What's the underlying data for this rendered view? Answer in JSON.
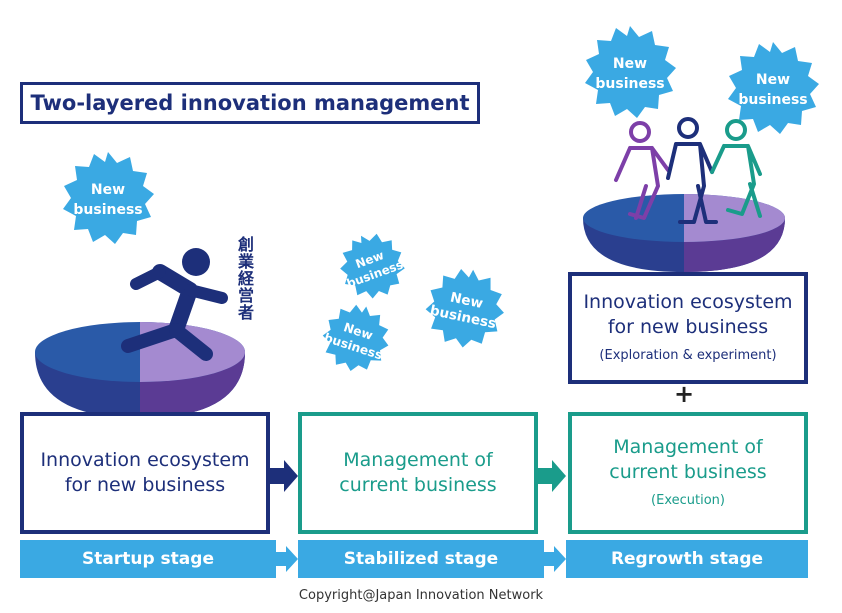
{
  "title": "Two-layered innovation management",
  "vertical_label": "創業経営者",
  "burst_label_line1": "New",
  "burst_label_line2": "business",
  "boxes": {
    "startup": {
      "line1": "Innovation ecosystem",
      "line2": "for new business"
    },
    "stabilized": {
      "line1": "Management of",
      "line2": "current business"
    },
    "regrowth_current": {
      "line1": "Management of",
      "line2": "current business",
      "sub": "(Execution)"
    },
    "regrowth_new": {
      "line1": "Innovation ecosystem",
      "line2": "for new business",
      "sub": "(Exploration & experiment)"
    }
  },
  "plus": "+",
  "stages": [
    "Startup stage",
    "Stabilized stage",
    "Regrowth stage"
  ],
  "copyright": "Copyright@Japan Innovation Network",
  "colors": {
    "navy": "#1d2f7a",
    "teal": "#1a9c8b",
    "sky": "#3aa9e3",
    "purple": "#9a7dc4",
    "blue_bowl": "#2a5aa8"
  }
}
